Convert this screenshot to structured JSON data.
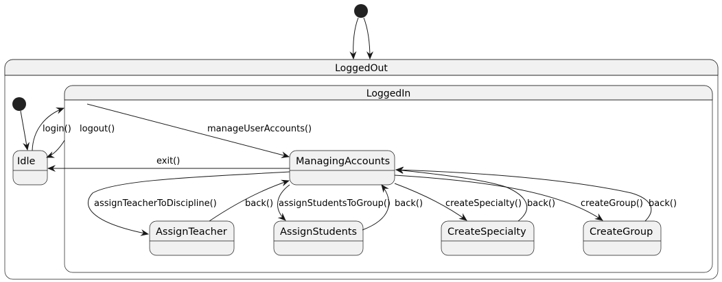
{
  "diagram": {
    "composites": {
      "logged_out": "LoggedOut",
      "logged_in": "LoggedIn"
    },
    "states": {
      "idle": "Idle",
      "managing_accounts": "ManagingAccounts",
      "assign_teacher": "AssignTeacher",
      "assign_students": "AssignStudents",
      "create_specialty": "CreateSpecialty",
      "create_group": "CreateGroup"
    },
    "transitions": {
      "login": "login()",
      "logout": "logout()",
      "manage_user_accounts": "manageUserAccounts()",
      "exit": "exit()",
      "assign_teacher_to_discipline": "assignTeacherToDiscipline()",
      "assign_teacher_back": "back()",
      "assign_students_to_group": "assignStudentsToGroup()",
      "assign_students_back": "back()",
      "create_specialty": "createSpecialty()",
      "create_specialty_back": "back()",
      "create_group": "createGroup()",
      "create_group_back": "back()"
    }
  }
}
